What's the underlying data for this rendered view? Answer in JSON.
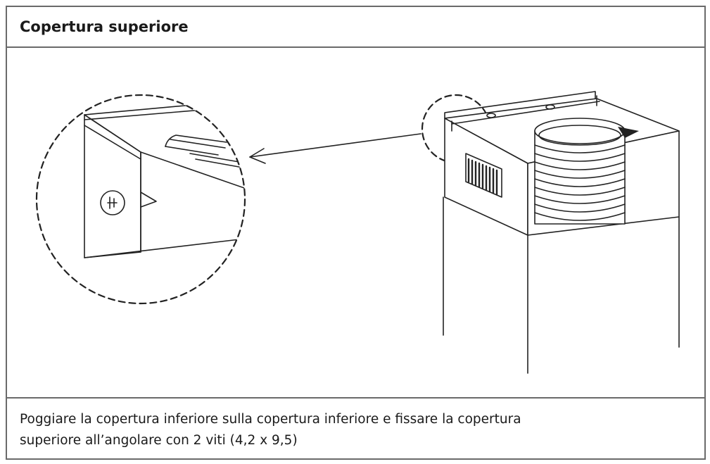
{
  "header": {
    "title": "Copertura superiore"
  },
  "caption": {
    "line1": "Poggiare la copertura inferiore sulla copertura inferiore e fissare la copertura",
    "line2": "superiore all’angolare con 2 viti (4,2 x 9,5)"
  },
  "colors": {
    "line": "#222222",
    "frame": "#6a6a6a",
    "background": "#ffffff"
  },
  "icons": {
    "pointer": "arrow-left-icon",
    "screw": "screw-icon"
  }
}
